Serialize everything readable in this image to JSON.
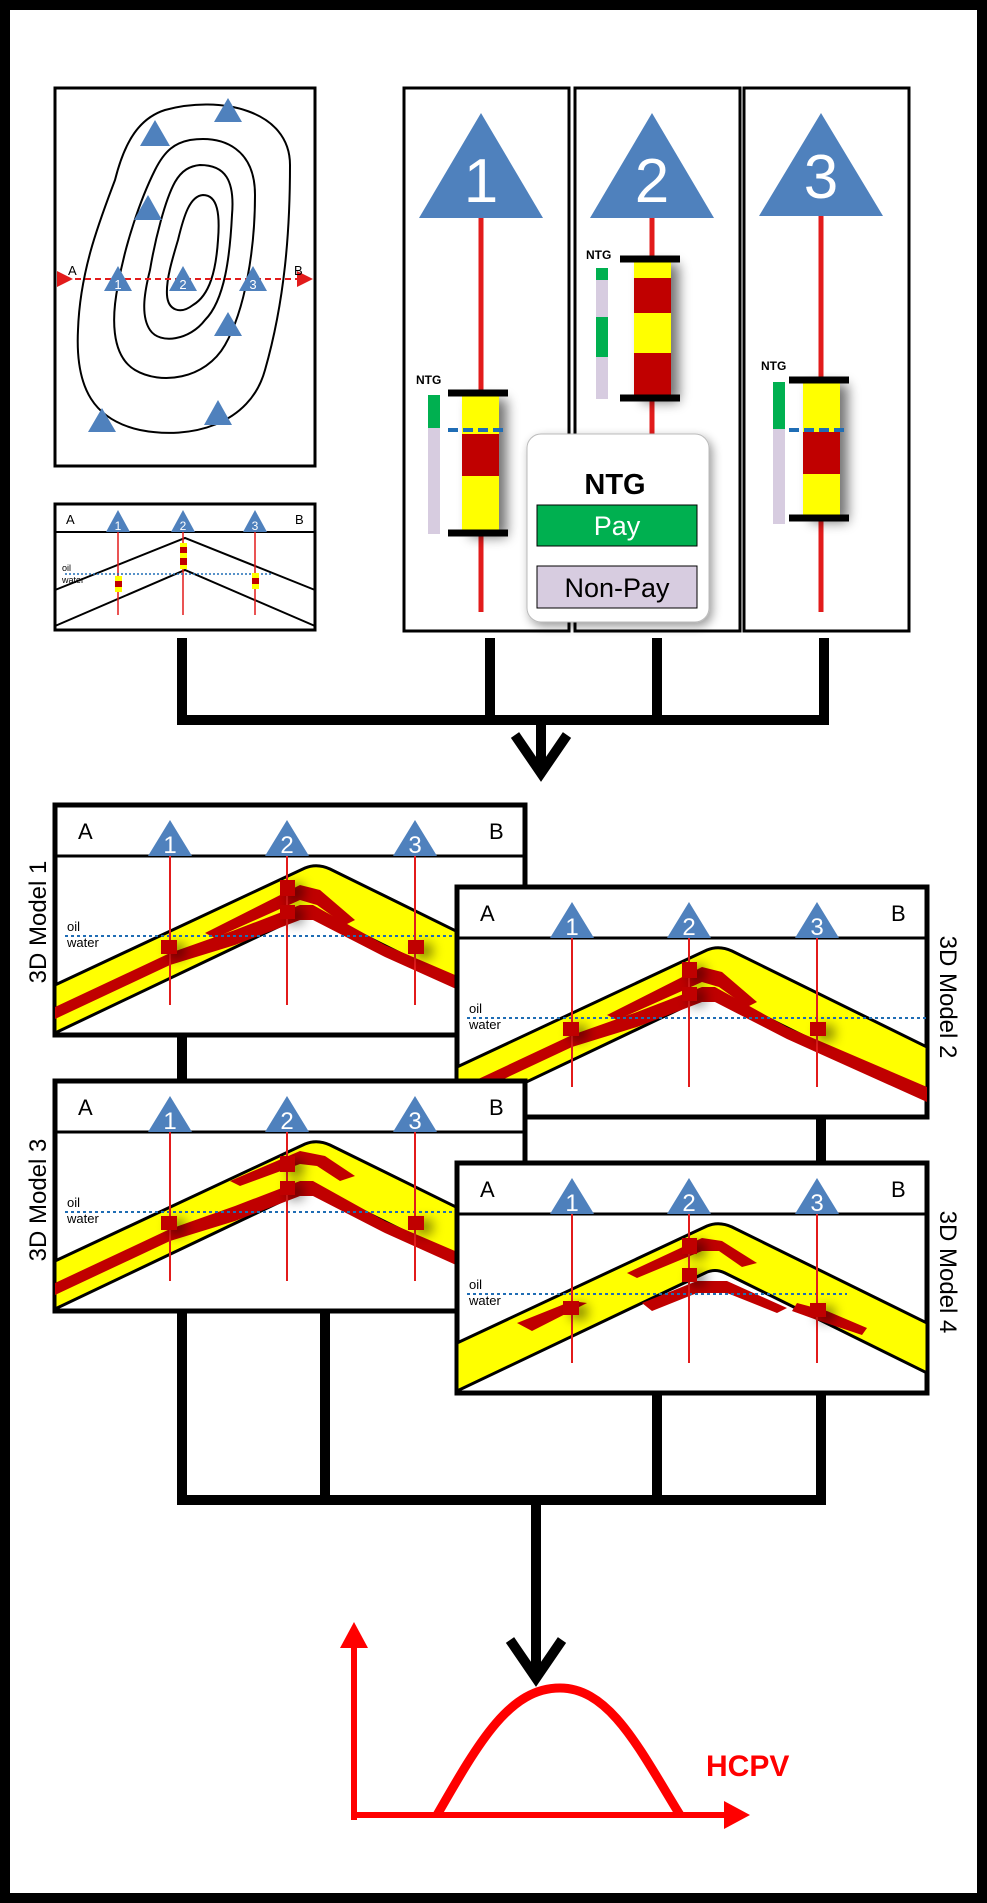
{
  "map": {
    "label_a": "A",
    "label_b": "B",
    "wells": [
      "1",
      "2",
      "3"
    ]
  },
  "cross_section": {
    "label_a": "A",
    "label_b": "B",
    "wells": [
      "1",
      "2",
      "3"
    ],
    "oil": "oil",
    "water": "water"
  },
  "well_logs": [
    {
      "number": "1",
      "ntg_label": "NTG"
    },
    {
      "number": "2",
      "ntg_label": "NTG"
    },
    {
      "number": "3",
      "ntg_label": "NTG"
    }
  ],
  "legend": {
    "title": "NTG",
    "pay": "Pay",
    "non_pay": "Non-Pay"
  },
  "models": [
    {
      "name": "3D Model 1",
      "label_a": "A",
      "label_b": "B",
      "wells": [
        "1",
        "2",
        "3"
      ],
      "oil": "oil",
      "water": "water"
    },
    {
      "name": "3D Model 2",
      "label_a": "A",
      "label_b": "B",
      "wells": [
        "1",
        "2",
        "3"
      ],
      "oil": "oil",
      "water": "water"
    },
    {
      "name": "3D Model 3",
      "label_a": "A",
      "label_b": "B",
      "wells": [
        "1",
        "2",
        "3"
      ],
      "oil": "oil",
      "water": "water"
    },
    {
      "name": "3D Model 4",
      "label_a": "A",
      "label_b": "B",
      "wells": [
        "1",
        "2",
        "3"
      ],
      "oil": "oil",
      "water": "water"
    }
  ],
  "result": {
    "label": "HCPV"
  },
  "colors": {
    "well_triangle": "#4f81bd",
    "well_line": "#e21b1b",
    "sand": "#ffff00",
    "pay_red": "#c00000",
    "pay_green": "#00b050",
    "non_pay": "#d7cce0",
    "contact": "#1f6db5",
    "hcpv": "#ff0000"
  }
}
